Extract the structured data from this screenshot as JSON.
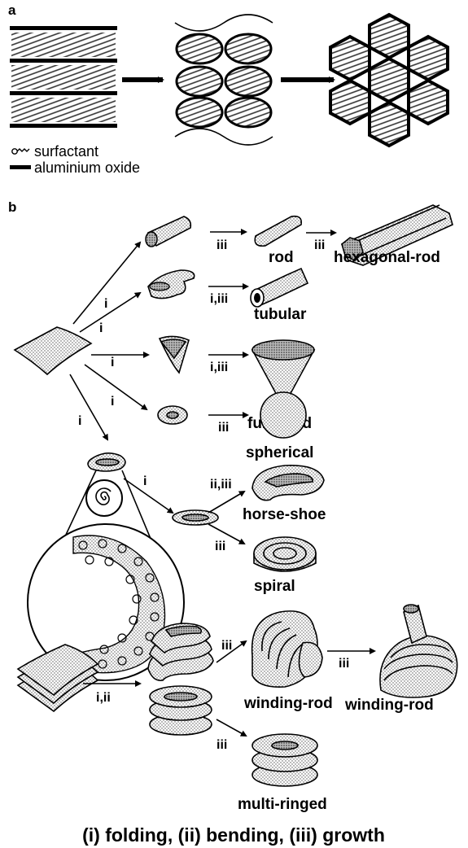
{
  "panels": {
    "a": "a",
    "b": "b"
  },
  "legend": {
    "surfactant": "surfactant",
    "aluminium_oxide": "aluminium oxide"
  },
  "labels": {
    "rod": "rod",
    "hexagonal_rod": "hexagonal-rod",
    "tubular": "tubular",
    "funneled": "funneled",
    "spherical": "spherical",
    "horse_shoe": "horse-shoe",
    "spiral": "spiral",
    "winding_rod_1": "winding-rod",
    "winding_rod_2": "winding-rod",
    "multi_ringed": "multi-ringed"
  },
  "steps": {
    "i": "i",
    "iii": "iii",
    "i_iii": "i,iii",
    "ii_iii": "ii,iii",
    "i_ii": "i,ii"
  },
  "caption": "(i) folding, (ii) bending, (iii) growth"
}
